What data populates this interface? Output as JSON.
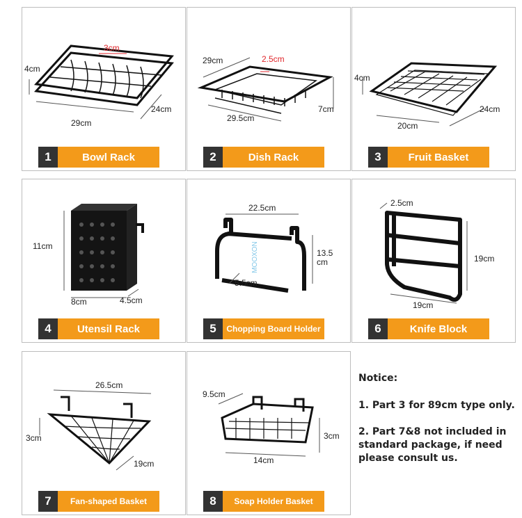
{
  "products": [
    {
      "num": "1",
      "name": "Bowl Rack",
      "dims": {
        "a": "3cm",
        "b": "4cm",
        "c": "24cm",
        "d": "29cm"
      }
    },
    {
      "num": "2",
      "name": "Dish Rack",
      "dims": {
        "a": "29cm",
        "b": "2.5cm",
        "c": "7cm",
        "d": "29.5cm"
      }
    },
    {
      "num": "3",
      "name": "Fruit Basket",
      "dims": {
        "a": "4cm",
        "b": "24cm",
        "c": "20cm"
      }
    },
    {
      "num": "4",
      "name": "Utensil Rack",
      "dims": {
        "a": "11cm",
        "b": "8cm",
        "c": "4.5cm"
      }
    },
    {
      "num": "5",
      "name": "Chopping Board Holder",
      "dims": {
        "a": "22.5cm",
        "b": "13.5",
        "b2": "cm",
        "c": "5.5cm"
      }
    },
    {
      "num": "6",
      "name": "Knife Block",
      "dims": {
        "a": "2.5cm",
        "b": "19cm",
        "c": "19cm"
      }
    },
    {
      "num": "7",
      "name": "Fan-shaped Basket",
      "dims": {
        "a": "26.5cm",
        "b": "3cm",
        "c": "19cm"
      }
    },
    {
      "num": "8",
      "name": "Soap Holder Basket",
      "dims": {
        "a": "9.5cm",
        "b": "3cm",
        "c": "14cm"
      }
    }
  ],
  "watermark": "MOOXON",
  "notice": {
    "title": "Notice:",
    "lines": [
      "1. Part 3 for 89cm type only.",
      "2. Part 7&8 not included in standard package, if need please consult us."
    ]
  },
  "colors": {
    "accent": "#f39a1a",
    "number_bg": "#333333",
    "border": "#bdbdbd",
    "dim_red": "#e0262b"
  }
}
